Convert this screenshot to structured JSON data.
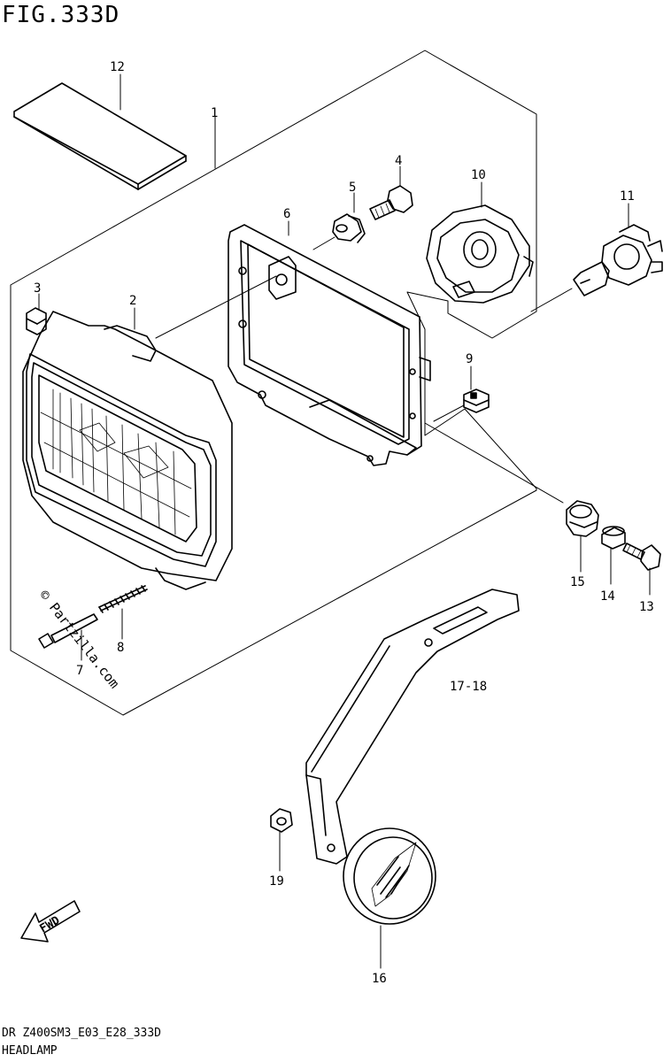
{
  "title": "FIG.333D",
  "footer": {
    "code": "DR Z400SM3_E03_E28_333D",
    "name": "HEADLAMP"
  },
  "watermark": "© Partzilla.com",
  "reference": "17-18",
  "fwd_label": "FWD",
  "callouts": {
    "c1": "1",
    "c2": "2",
    "c3": "3",
    "c4": "4",
    "c5": "5",
    "c6": "6",
    "c7": "7",
    "c8": "8",
    "c9": "9",
    "c10": "10",
    "c11": "11",
    "c12": "12",
    "c13": "13",
    "c14": "14",
    "c15": "15",
    "c16": "16",
    "c19": "19"
  }
}
